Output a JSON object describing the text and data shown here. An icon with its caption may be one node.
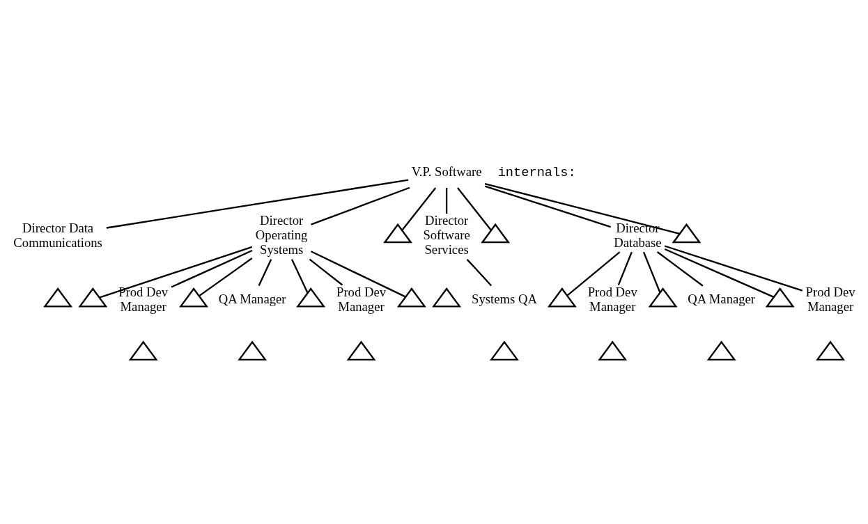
{
  "diagram": {
    "nodes": [
      {
        "text": [
          "V.P. Software"
        ]
      },
      {
        "text": [
          "Director Data Communications"
        ]
      },
      {
        "text": [
          "Director Operating Systems"
        ]
      },
      {
        "text": [],
        "shape": "triangle"
      },
      {
        "text": [
          "Director Software Services"
        ]
      },
      {
        "text": [],
        "shape": "triangle"
      },
      {
        "text": [
          "Director Database"
        ]
      },
      {
        "text": [],
        "shape": "triangle"
      },
      {
        "text": [],
        "shape": "triangle"
      },
      {
        "text": [],
        "shape": "triangle"
      },
      {
        "text": [],
        "shape": "triangle"
      },
      {
        "text": [
          "Prod Dev Manager"
        ]
      },
      {
        "text": [],
        "shape": "triangle"
      },
      {
        "text": [
          "QA Manager"
        ]
      },
      {
        "text": [],
        "shape": "triangle"
      },
      {
        "text": [
          "Prod Dev Manager"
        ]
      },
      {
        "text": [],
        "shape": "triangle"
      },
      {
        "text": [],
        "shape": "triangle"
      },
      {
        "text": [
          "Prod Dev Manager"
        ]
      },
      {
        "text": [],
        "shape": "triangle"
      },
      {
        "text": [
          "QA Manager"
        ]
      },
      {
        "text": [],
        "shape": "triangle"
      },
      {
        "text": [
          "Prod Dev Manager"
        ]
      },
      {
        "text": [],
        "shape": "triangle"
      },
      {
        "text": [],
        "shape": "triangle"
      },
      {
        "text": [],
        "shape": "triangle"
      },
      {
        "text": [
          "Systems QA"
        ]
      },
      {
        "text": [],
        "shape": "triangle"
      },
      {
        "text": [],
        "shape": "triangle"
      },
      {
        "text": [],
        "shape": "triangle"
      },
      {
        "text": [],
        "shape": "triangle"
      }
    ],
    "edges": [
      {
        "from": 0,
        "to": 1,
        "arrow": "none"
      },
      {
        "from": 0,
        "to": 2,
        "arrow": "none"
      },
      {
        "from": 0,
        "to": 3,
        "arrow": "none"
      },
      {
        "from": 0,
        "to": 4,
        "arrow": "none"
      },
      {
        "from": 0,
        "to": 5,
        "arrow": "none"
      },
      {
        "from": 0,
        "to": 6,
        "arrow": "none"
      },
      {
        "from": 0,
        "to": 7,
        "arrow": "none"
      },
      {
        "from": 2,
        "to": 10,
        "arrow": "none"
      },
      {
        "from": 2,
        "to": 11,
        "arrow": "none"
      },
      {
        "from": 2,
        "to": 12,
        "arrow": "none"
      },
      {
        "from": 2,
        "to": 13,
        "arrow": "none"
      },
      {
        "from": 2,
        "to": 14,
        "arrow": "none"
      },
      {
        "from": 2,
        "to": 15,
        "arrow": "none"
      },
      {
        "from": 2,
        "to": 16,
        "arrow": "none"
      },
      {
        "from": 4,
        "to": 26,
        "arrow": "none"
      },
      {
        "from": 6,
        "to": 17,
        "arrow": "none"
      },
      {
        "from": 6,
        "to": 18,
        "arrow": "none"
      },
      {
        "from": 6,
        "to": 19,
        "arrow": "none"
      },
      {
        "from": 6,
        "to": 20,
        "arrow": "none"
      },
      {
        "from": 6,
        "to": 21,
        "arrow": "none"
      },
      {
        "from": 6,
        "to": 22,
        "arrow": "none"
      }
    ],
    "labels": [
      "internals:"
    ]
  }
}
